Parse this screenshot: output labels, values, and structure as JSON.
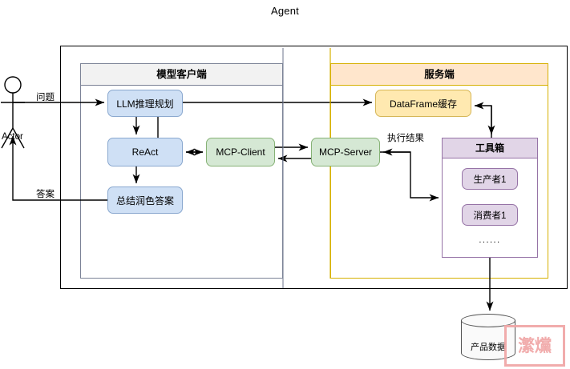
{
  "diagram": {
    "title": "Agent",
    "type": "architecture-flow-diagram"
  },
  "actor": {
    "label": "Actor",
    "icon": "stick-figure-actor-icon"
  },
  "lanes": [
    {
      "id": "client",
      "title": "模型客户端",
      "header_color": "#f2f2f2",
      "border_color": "#7b8296"
    },
    {
      "id": "server",
      "title": "服务端",
      "header_color": "#ffe6cc",
      "border_color": "#d6b000"
    }
  ],
  "nodes": {
    "llm": "LLM推理规划",
    "react": "ReAct",
    "summary": "总结润色答案",
    "mcp_client": "MCP-Client",
    "mcp_server": "MCP-Server",
    "dataframe_cache": "DataFrame缓存",
    "toolbox": "工具箱",
    "producer1": "生产者1",
    "consumer1": "消费者1",
    "ellipsis": "......",
    "database": "产品数据"
  },
  "edge_labels": {
    "question": "问题",
    "answer": "答案",
    "exec_result": "执行结果"
  },
  "colors": {
    "blue_fill": "#cfe0f5",
    "blue_stroke": "#8aa8cf",
    "green_fill": "#d5e8d4",
    "green_stroke": "#86b276",
    "yellow_fill": "#ffe9b0",
    "yellow_stroke": "#d6b656",
    "purple_fill": "#e1d5e7",
    "purple_stroke": "#9673a6",
    "server_header": "#ffe6cc",
    "client_header": "#f2f2f2",
    "seal_red": "#f0a5a5"
  },
  "watermark": {
    "text": "瀿爣",
    "style": "red-seal-stamp"
  }
}
